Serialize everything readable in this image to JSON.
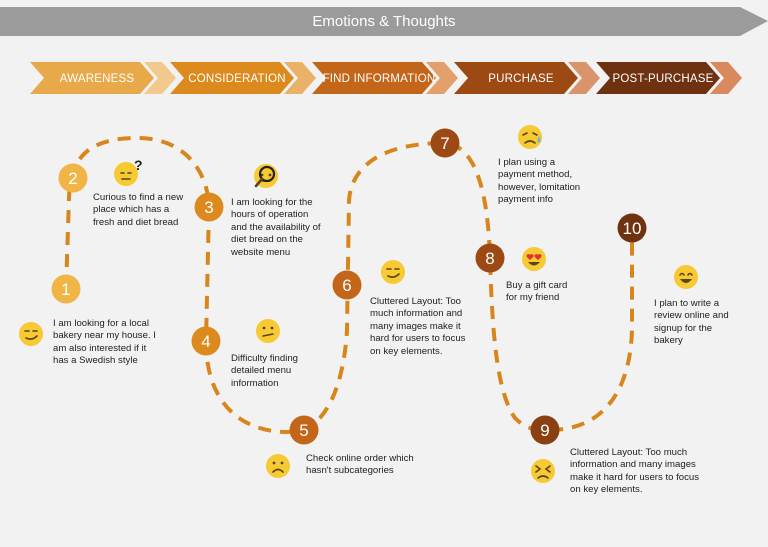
{
  "banner": {
    "title": "Emotions & Thoughts"
  },
  "stages": [
    {
      "label": "AWARENESS",
      "color": "#e8a94b",
      "tail": "#f3c88c"
    },
    {
      "label": "CONSIDERATION",
      "color": "#dc8a1d",
      "tail": "#eab169"
    },
    {
      "label": "FIND INFORMATION",
      "color": "#c4661a",
      "tail": "#e3a06a"
    },
    {
      "label": "PURCHASE",
      "color": "#9c4914",
      "tail": "#d9946c"
    },
    {
      "label": "POST-PURCHASE",
      "color": "#6e3210",
      "tail": "#d88a5e"
    }
  ],
  "steps": [
    {
      "number": "1",
      "color": "#f0b545",
      "emoji": "smirk-emoji",
      "text": "I am looking for a local bakery near my house. I am also interested if it has a Swedish style"
    },
    {
      "number": "2",
      "color": "#f0b545",
      "emoji": "thinking-emoji",
      "text": "Curious to find a new place which has a fresh and diet bread"
    },
    {
      "number": "3",
      "color": "#dc8a1d",
      "emoji": "searching-emoji",
      "text": "I am looking for the hours of operation and the availability of diet bread on the website menu"
    },
    {
      "number": "4",
      "color": "#dc8a1d",
      "emoji": "uncertain-emoji",
      "text": "Difficulty finding detailed menu information"
    },
    {
      "number": "5",
      "color": "#c4661a",
      "emoji": "frown-emoji",
      "text": "Check online order which hasn't subcategories"
    },
    {
      "number": "6",
      "color": "#c4661a",
      "emoji": "smirk-emoji",
      "text": "Cluttered Layout: Too much information and many images make it hard for users to focus on key elements."
    },
    {
      "number": "7",
      "color": "#9c4914",
      "emoji": "sweat-emoji",
      "text": "I plan using a payment method, however, lomitation payment info"
    },
    {
      "number": "8",
      "color": "#9c4914",
      "emoji": "heart-eyes-emoji",
      "text": "Buy a gift card for my friend"
    },
    {
      "number": "9",
      "color": "#8a4012",
      "emoji": "squint-emoji",
      "text": "Cluttered Layout: Too much information and many images make it hard for users to focus on key elements."
    },
    {
      "number": "10",
      "color": "#6e3210",
      "emoji": "happy-emoji",
      "text": "I plan to write a review online and signup for the bakery"
    }
  ]
}
